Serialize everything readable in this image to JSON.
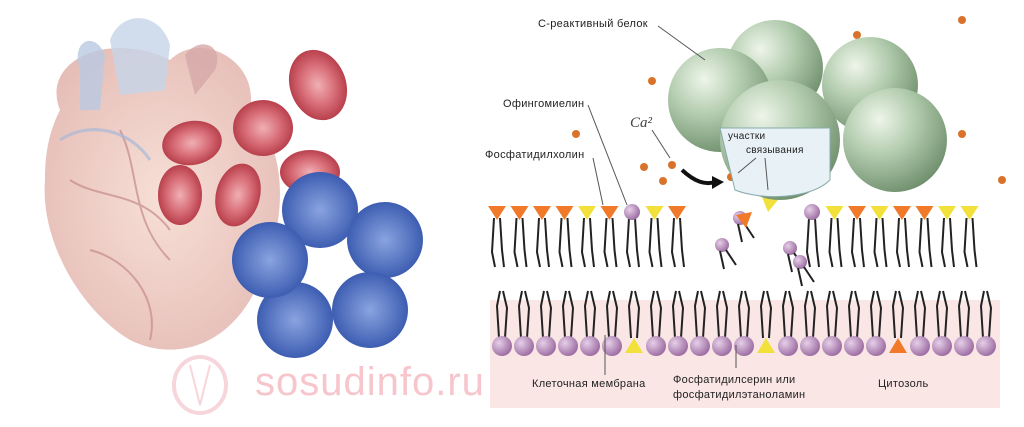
{
  "labels": {
    "crp": "С-реактивный белок",
    "sphingomyelin": "Офингомиелин",
    "phosphatidylcholine": "Фосфатидилхолин",
    "calcium": "Ca²",
    "binding_sites_1": "участки",
    "binding_sites_2": "связывания",
    "cell_membrane": "Клеточная мембрана",
    "ps_pe_1": "Фосфатидилсерин или",
    "ps_pe_2": "фосфатидилэтаноламин",
    "cytosol": "Цитозоль"
  },
  "watermark": "sosudinfo.ru",
  "colors": {
    "sphere": "#a9c4a6",
    "calcium": "#d9722a",
    "headgroup_purple": "#b48ab8",
    "headgroup_orange": "#f07a2a",
    "headgroup_yellow": "#f2e13a",
    "protein_blue": "#4a6fc4",
    "rbc": "#d9707a",
    "cytosol": "#fbe6e6"
  }
}
